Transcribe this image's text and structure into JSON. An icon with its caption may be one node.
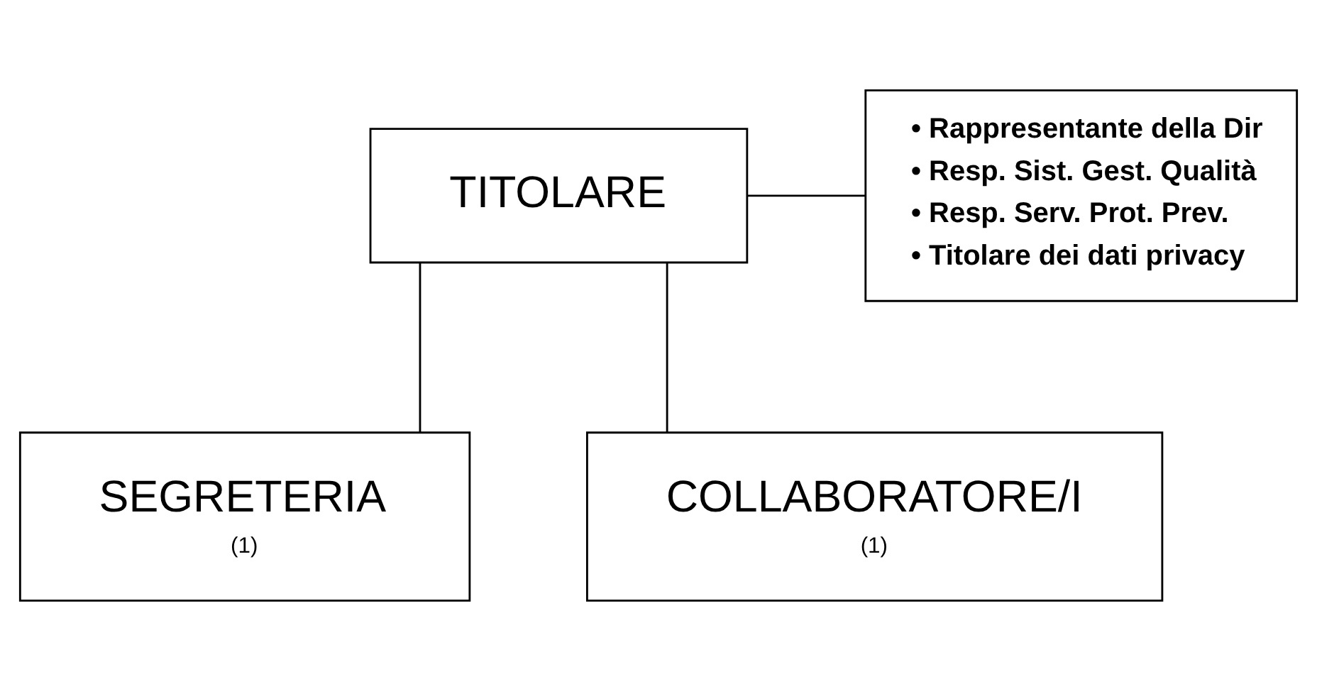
{
  "diagram": {
    "nodes": [
      {
        "text": [
          "TITOLARE"
        ]
      },
      {
        "text": [
          "• Rappresentante della Dir",
          "• Resp. Sist. Gest. Qualità",
          "• Resp. Serv. Prot. Prev.",
          "• Titolare dei dati privacy"
        ]
      },
      {
        "text": [
          "SEGRETERIA",
          "(1)"
        ]
      },
      {
        "text": [
          "COLLABORATORE/I",
          "(1)"
        ]
      }
    ],
    "edges": [
      {
        "from": 1,
        "to": 0,
        "arrow": "none"
      },
      {
        "from": 0,
        "to": 2,
        "arrow": "none"
      },
      {
        "from": 0,
        "to": 3,
        "arrow": "none"
      }
    ]
  }
}
